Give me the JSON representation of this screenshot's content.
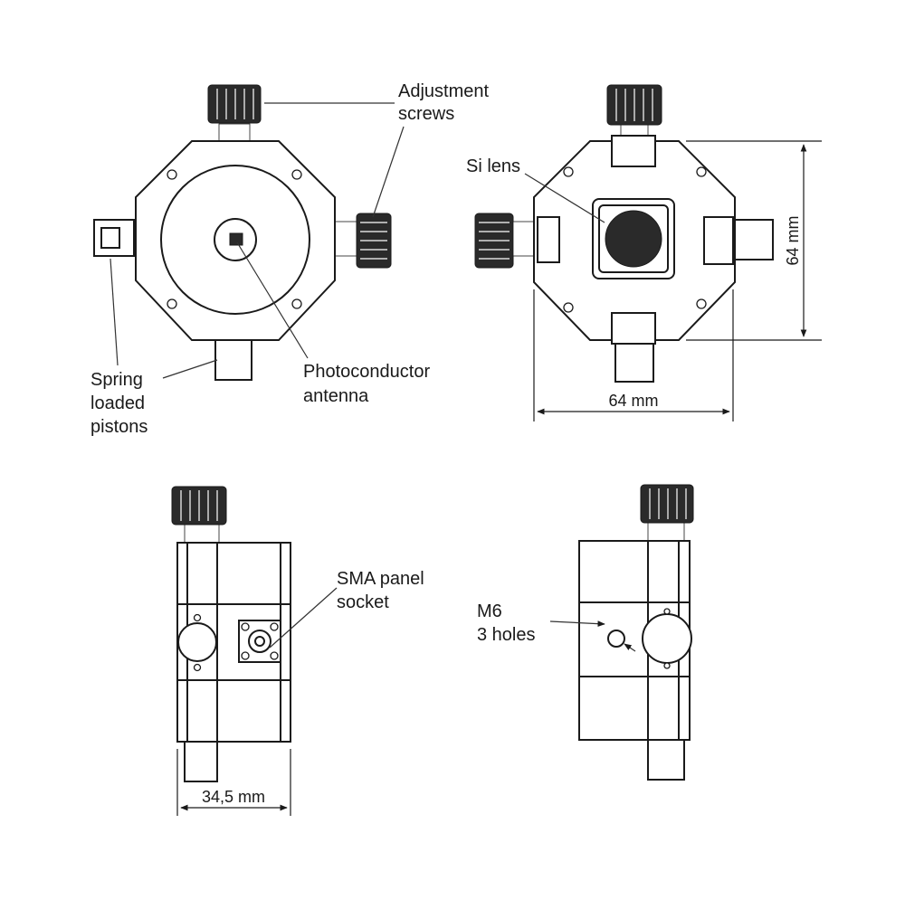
{
  "labels": {
    "adjustment_screws_1": "Adjustment",
    "adjustment_screws_2": "screws",
    "si_lens": "Si lens",
    "spring_loaded_1": "Spring",
    "spring_loaded_2": "loaded",
    "spring_loaded_3": "pistons",
    "photoconductor_1": "Photoconductor",
    "photoconductor_2": "antenna",
    "sma_1": "SMA panel",
    "sma_2": "socket",
    "m6_1": "M6",
    "m6_2": "3 holes"
  },
  "dimensions": {
    "height": "64 mm",
    "width": "64 mm",
    "depth": "34,5 mm"
  }
}
